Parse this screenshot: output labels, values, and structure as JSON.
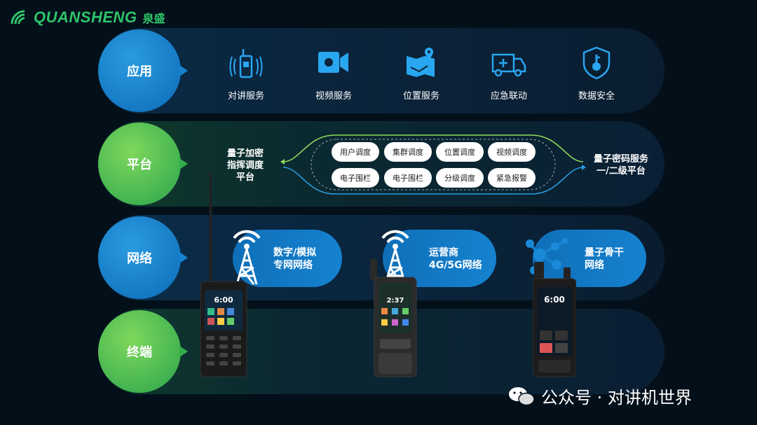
{
  "brand": {
    "name_en": "QUANSHENG",
    "name_cn": "泉盛",
    "color": "#2fc46a"
  },
  "rows": {
    "app": "应用",
    "platform": "平台",
    "network": "网络",
    "terminal": "终端"
  },
  "apps": [
    {
      "label": "对讲服务",
      "icon": "walkie-talkie-icon"
    },
    {
      "label": "视频服务",
      "icon": "video-camera-icon"
    },
    {
      "label": "位置服务",
      "icon": "map-pin-icon"
    },
    {
      "label": "应急联动",
      "icon": "ambulance-icon"
    },
    {
      "label": "数据安全",
      "icon": "shield-key-icon"
    }
  ],
  "platform": {
    "left_title": [
      "量子加密",
      "指挥调度",
      "平台"
    ],
    "right_title": [
      "量子密码服务",
      "一/二级平台"
    ],
    "pills": [
      "用户调度",
      "集群调度",
      "位置调度",
      "视频调度",
      "电子围栏",
      "电子围栏",
      "分级调度",
      "紧急报警"
    ]
  },
  "network": [
    {
      "lines": [
        "数字/模拟",
        "专网网络"
      ],
      "icon": "radio-tower-icon"
    },
    {
      "lines": [
        "运营商",
        "4G/5G网络"
      ],
      "icon": "radio-tower-icon"
    },
    {
      "lines": [
        "量子骨干",
        "网络"
      ],
      "icon": "network-molecule-icon"
    }
  ],
  "devices": [
    {
      "time": "6:00"
    },
    {
      "time": "2:37"
    },
    {
      "time": "6:00"
    }
  ],
  "watermark": "公众号 · 对讲机世界",
  "colors": {
    "accent_blue": "#1682cf",
    "accent_green": "#35ad4e",
    "background": "#03101a"
  }
}
